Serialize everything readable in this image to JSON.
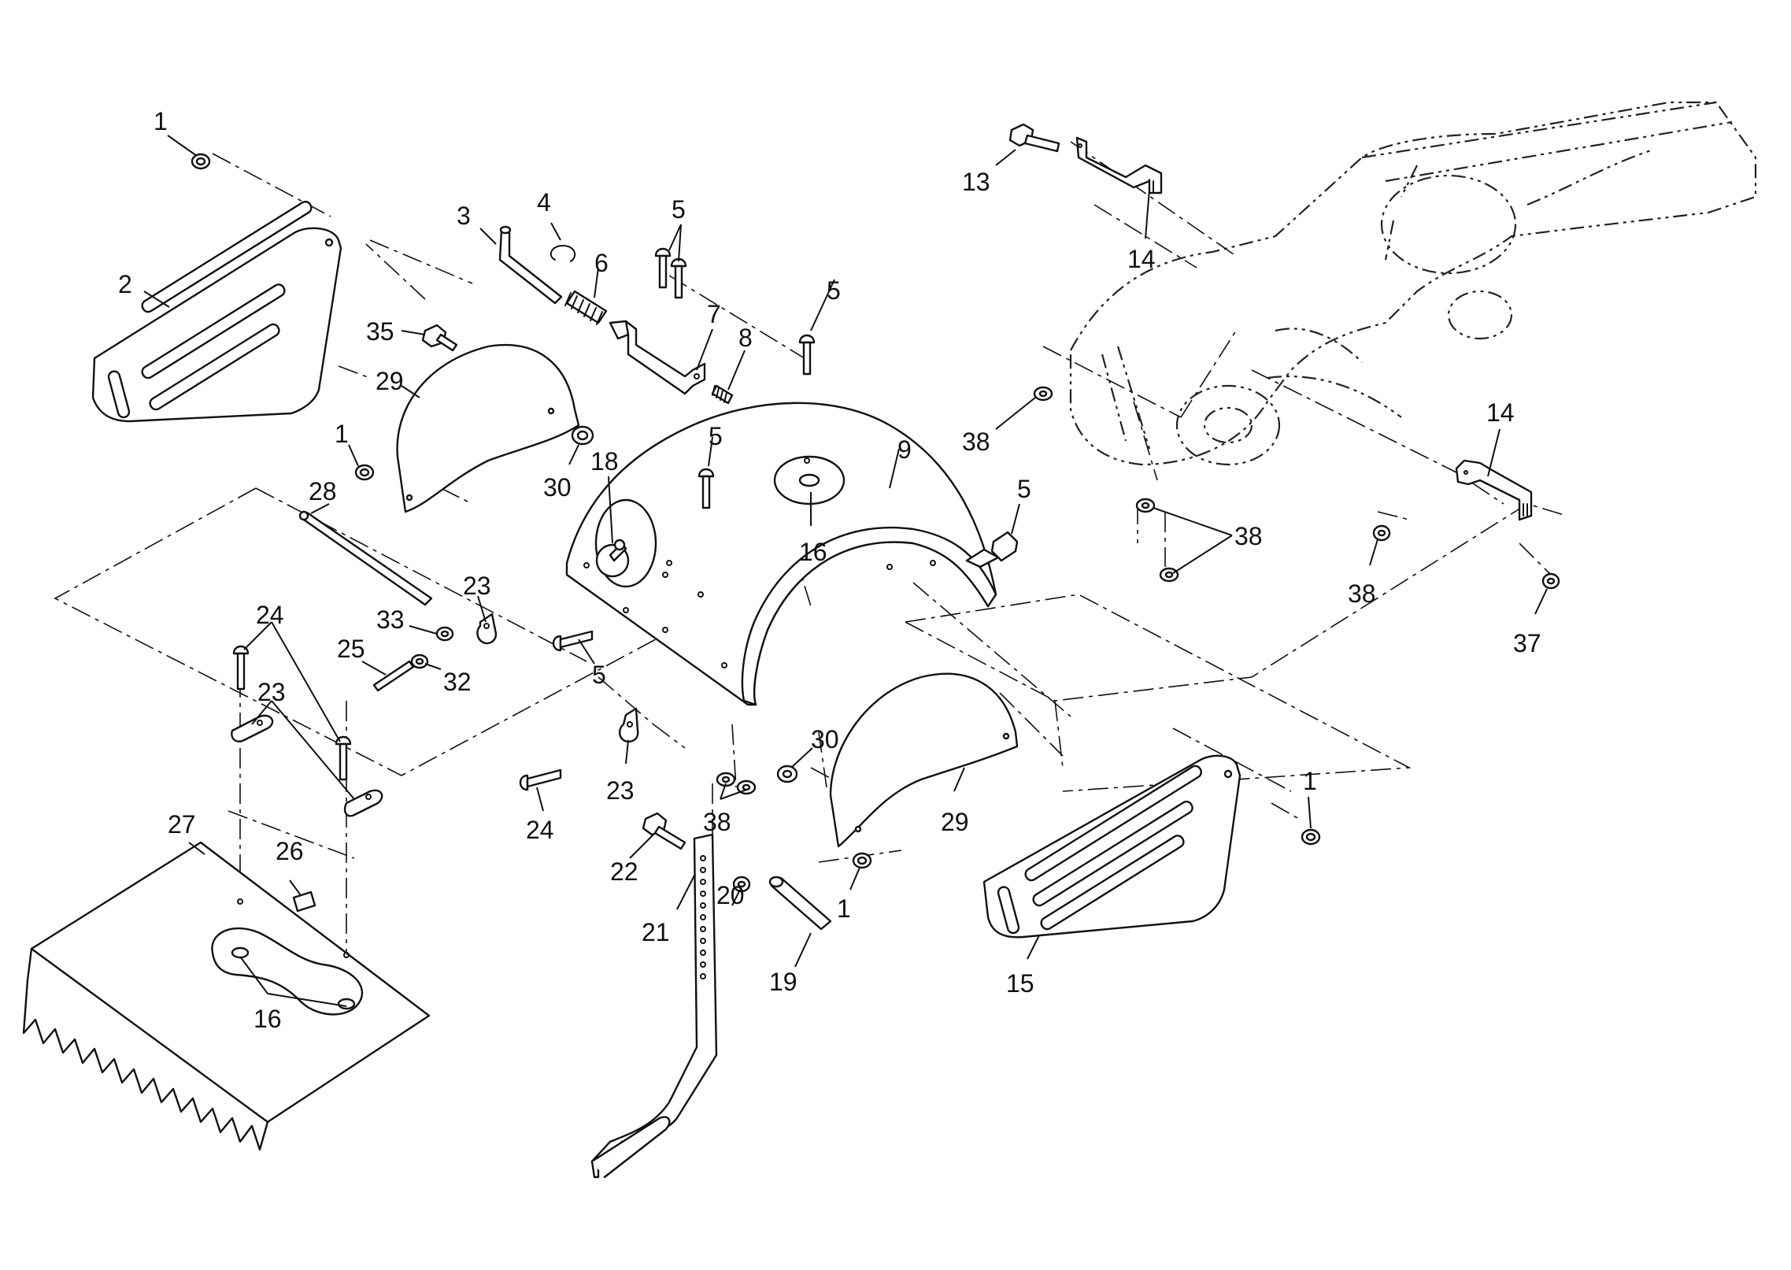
{
  "callouts": [
    {
      "id": "c1a",
      "text": "1"
    },
    {
      "id": "c2",
      "text": "2"
    },
    {
      "id": "c3",
      "text": "3"
    },
    {
      "id": "c4",
      "text": "4"
    },
    {
      "id": "c5a",
      "text": "5"
    },
    {
      "id": "c6",
      "text": "6"
    },
    {
      "id": "c7",
      "text": "7"
    },
    {
      "id": "c8",
      "text": "8"
    },
    {
      "id": "c35",
      "text": "35"
    },
    {
      "id": "c29a",
      "text": "29"
    },
    {
      "id": "c1b",
      "text": "1"
    },
    {
      "id": "c28",
      "text": "28"
    },
    {
      "id": "c30a",
      "text": "30"
    },
    {
      "id": "c18",
      "text": "18"
    },
    {
      "id": "c5b",
      "text": "5"
    },
    {
      "id": "c5c",
      "text": "5"
    },
    {
      "id": "c16a",
      "text": "16"
    },
    {
      "id": "c9",
      "text": "9"
    },
    {
      "id": "c5d",
      "text": "5"
    },
    {
      "id": "c23a",
      "text": "23"
    },
    {
      "id": "c33",
      "text": "33"
    },
    {
      "id": "c24a",
      "text": "24"
    },
    {
      "id": "c25",
      "text": "25"
    },
    {
      "id": "c32",
      "text": "32"
    },
    {
      "id": "c5e",
      "text": "5"
    },
    {
      "id": "c23b",
      "text": "23"
    },
    {
      "id": "c23c",
      "text": "23"
    },
    {
      "id": "c24b",
      "text": "24"
    },
    {
      "id": "c38a",
      "text": "38"
    },
    {
      "id": "c30b",
      "text": "30"
    },
    {
      "id": "c29b",
      "text": "29"
    },
    {
      "id": "c22",
      "text": "22"
    },
    {
      "id": "c21",
      "text": "21"
    },
    {
      "id": "c20",
      "text": "20"
    },
    {
      "id": "c1c",
      "text": "1"
    },
    {
      "id": "c19",
      "text": "19"
    },
    {
      "id": "c27",
      "text": "27"
    },
    {
      "id": "c26",
      "text": "26"
    },
    {
      "id": "c16b",
      "text": "16"
    },
    {
      "id": "c13",
      "text": "13"
    },
    {
      "id": "c14a",
      "text": "14"
    },
    {
      "id": "c38b",
      "text": "38"
    },
    {
      "id": "c38c",
      "text": "38"
    },
    {
      "id": "c14b",
      "text": "14"
    },
    {
      "id": "c38d",
      "text": "38"
    },
    {
      "id": "c37",
      "text": "37"
    },
    {
      "id": "c1d",
      "text": "1"
    },
    {
      "id": "c15",
      "text": "15"
    }
  ]
}
